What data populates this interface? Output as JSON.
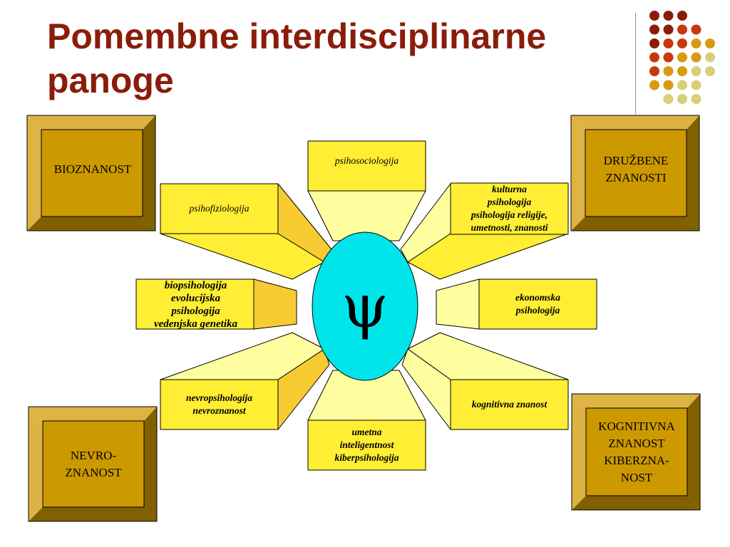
{
  "slide": {
    "title": "Pomembne interdisciplinarne\npanoge",
    "center_symbol": "ψ"
  },
  "colors": {
    "title": "#8a1d0a",
    "box_fill": "#ffee33",
    "ray_light": "#ffffa0",
    "ray_dark": "#f7cc33",
    "center_fill": "#00e5ea",
    "corner_face": "#cc9900",
    "corner_light": "#ddb344",
    "corner_dark": "#806000"
  },
  "corners": {
    "top_left": [
      "BIOZNANOST"
    ],
    "top_right": [
      "DRUŽBENE",
      "ZNANOSTI"
    ],
    "bottom_left": [
      "NEVRO-",
      "ZNANOST"
    ],
    "bottom_right": [
      "KOGNITIVNA",
      "ZNANOST",
      "KIBERZNA-",
      "NOST"
    ]
  },
  "fields": {
    "top": [
      "psihosociologija"
    ],
    "upper_left": [
      "psihofiziologija"
    ],
    "upper_right": [
      "kulturna",
      "psihologija",
      "psihologija religije,",
      "umetnosti, znanosti"
    ],
    "left": [
      "biopsihologija",
      "evolucijska",
      "psihologija",
      "vedenjska genetika"
    ],
    "right": [
      "ekonomska",
      "psihologija"
    ],
    "lower_left": [
      "nevropsihologija",
      "nevroznanost"
    ],
    "lower_right": [
      "kognitivna znanost"
    ],
    "bottom": [
      "umetna",
      "inteligentnost",
      "kiberpsihologija"
    ]
  }
}
